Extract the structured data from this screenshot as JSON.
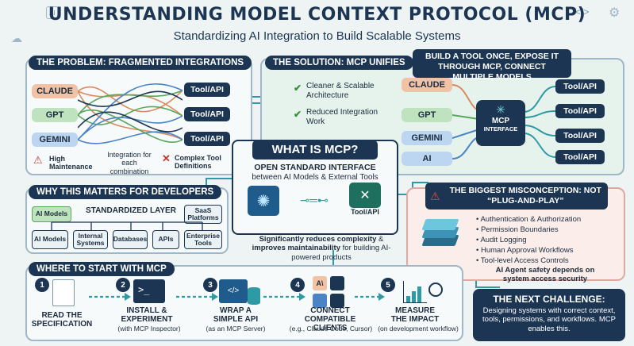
{
  "header": {
    "title": "UNDERSTANDING MODEL CONTEXT PROTOCOL (MCP)",
    "subtitle": "Standardizing AI Integration to Build Scalable Systems"
  },
  "problem": {
    "heading": "THE PROBLEM: FRAGMENTED INTEGRATIONS",
    "models": [
      "CLAUDE",
      "GPT",
      "GEMINI"
    ],
    "tools": [
      "Tool/API",
      "Tool/API",
      "Tool/API"
    ],
    "note_high": "High Maintenance",
    "note_each": "Integration for each combination",
    "note_complex": "Complex Tool Definitions"
  },
  "solution": {
    "heading": "THE SOLUTION: MCP UNIFIES",
    "callout": "BUILD A TOOL ONCE, EXPOSE IT THROUGH MCP, CONNECT MULTIPLE MODELS",
    "benefits": [
      "Cleaner & Scalable Architecture",
      "Reduced Integration Work"
    ],
    "models": [
      "CLAUDE",
      "GPT",
      "GEMINI",
      "AI"
    ],
    "hub_title": "MCP",
    "hub_sub": "INTERFACE",
    "tools": [
      "Tool/API",
      "Tool/API",
      "Tool/API",
      "Tool/API"
    ]
  },
  "what": {
    "heading": "WHAT IS MCP?",
    "lead": "OPEN STANDARD INTERFACE",
    "sub": "between AI Models & External Tools",
    "tool_label": "Tool/API",
    "benefit_bold1": "Significantly reduces complexity",
    "benefit_mid": " & ",
    "benefit_bold2": "improves maintainability",
    "benefit_rest": " for building AI-powered products"
  },
  "why": {
    "heading": "WHY THIS MATTERS FOR DEVELOPERS",
    "ai_models": "AI Models",
    "layer": "STANDARDIZED LAYER",
    "saas": "SaaS Platforms",
    "items": [
      "AI Models",
      "Internal Systems",
      "Databases",
      "APIs",
      "Enterprise Tools"
    ]
  },
  "misconception": {
    "heading": "THE BIGGEST MISCONCEPTION: NOT “PLUG-AND-PLAY”",
    "bullets": [
      "Authentication & Authorization",
      "Permission Boundaries",
      "Audit Logging",
      "Human Approval Workflows",
      "Tool-level Access Controls"
    ],
    "footer": "AI Agent safety depends on system access security"
  },
  "start": {
    "heading": "WHERE TO START WITH MCP",
    "steps": [
      {
        "num": "1",
        "title": "READ THE SPECIFICATION",
        "sub": ""
      },
      {
        "num": "2",
        "title": "INSTALL & EXPERIMENT",
        "sub": "(with MCP Inspector)"
      },
      {
        "num": "3",
        "title": "WRAP A SIMPLE API",
        "sub": "(as an MCP Server)"
      },
      {
        "num": "4",
        "title": "CONNECT COMPATIBLE CLIENTS",
        "sub": "(e.g., Claude Code, Cursor)"
      },
      {
        "num": "5",
        "title": "MEASURE THE IMPACT",
        "sub": "(on development workflow)"
      }
    ]
  },
  "next": {
    "heading": "THE NEXT CHALLENGE:",
    "text": "Designing systems with correct context, tools, permissions, and workflows. MCP enables this."
  },
  "colors": {
    "navy": "#1b3553",
    "claude": "#f2c2a7",
    "gpt": "#bfe3bf",
    "gemini": "#bcd6f2",
    "warning": "#c0392b"
  },
  "icons": [
    "ai-icon",
    "code-icon",
    "gear-icon",
    "cloud-icon",
    "brain-icon",
    "plug-icon",
    "wrench-icon",
    "warning-icon",
    "document-icon",
    "terminal-icon",
    "database-icon",
    "chart-icon"
  ]
}
